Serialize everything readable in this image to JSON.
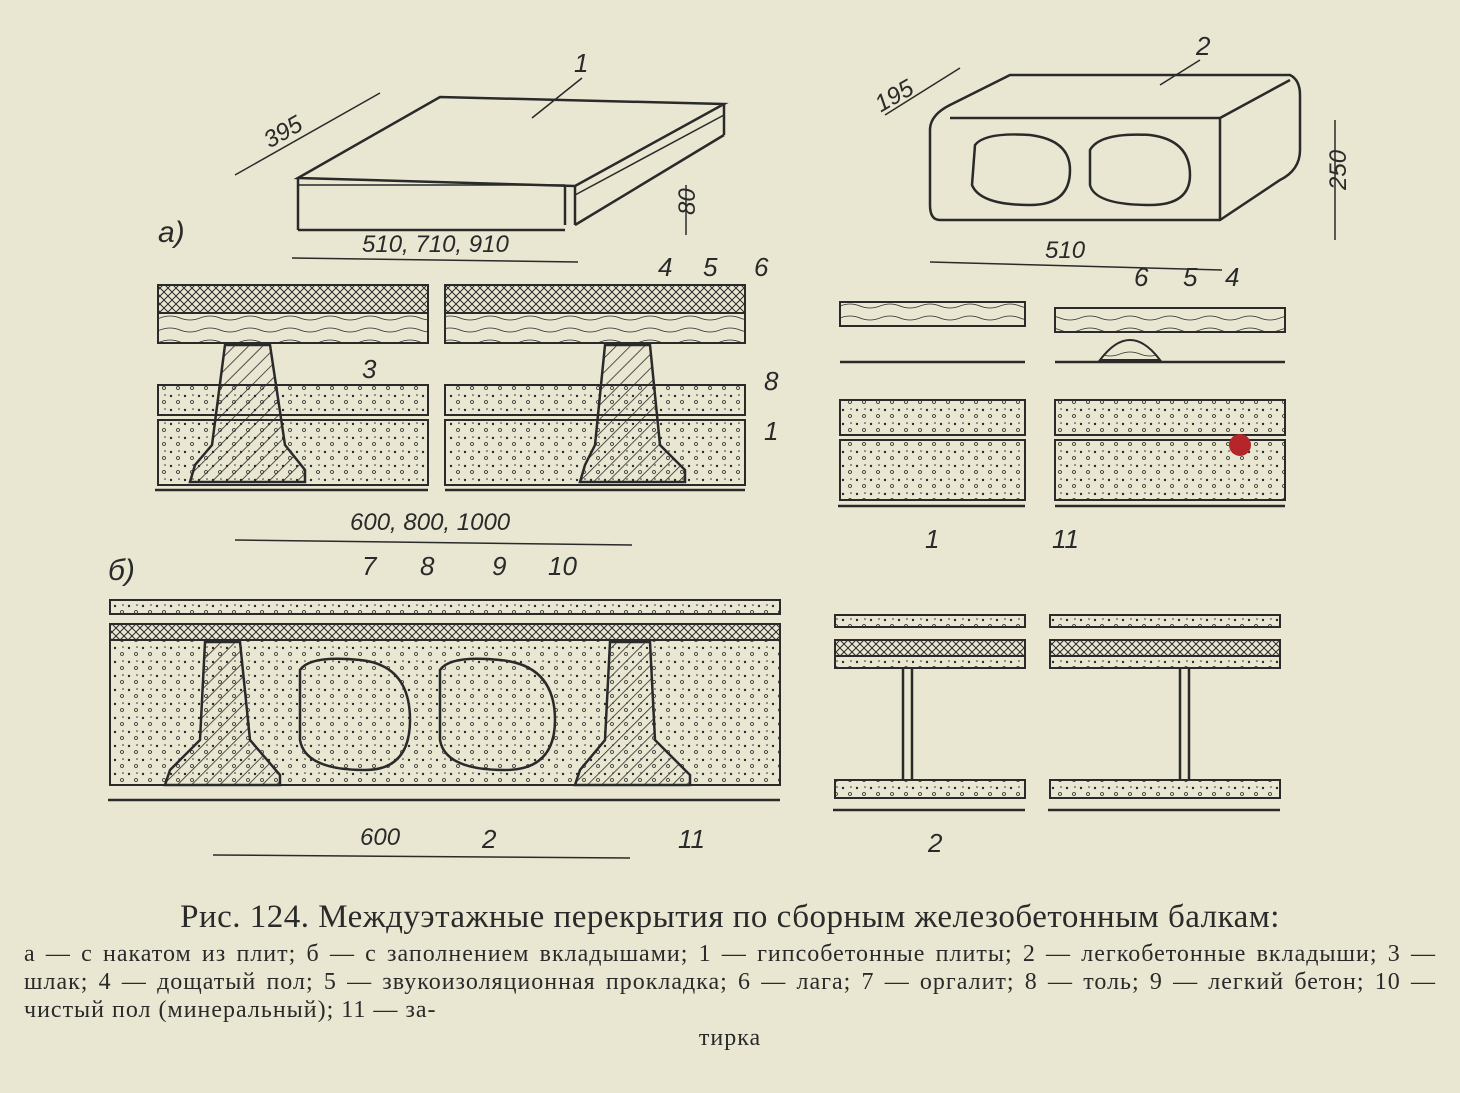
{
  "panels": {
    "a": "а)",
    "b": "б)"
  },
  "dimensions": {
    "plate_width": "395",
    "plate_lengths": "510, 710, 910",
    "plate_thickness": "80",
    "block_width": "195",
    "block_length": "510",
    "block_height": "250",
    "spacing_a": "600, 800, 1000",
    "spacing_b": "600"
  },
  "callouts": {
    "n1": "1",
    "n2": "2",
    "n3": "3",
    "n4": "4",
    "n5": "5",
    "n6": "6",
    "n7": "7",
    "n8": "8",
    "n9": "9",
    "n10": "10",
    "n11": "11"
  },
  "caption": {
    "title": "Рис. 124. Междуэтажные перекрытия по сборным железобетонным балкам:",
    "body": "а — с накатом из плит; б — с заполнением вкладышами; 1 — гипсобетонные плиты; 2 — легкобетонные вкладыши; 3 — шлак; 4 — дощатый пол; 5 — звукоизоляционная прокладка; 6 — лага; 7 — оргалит; 8 — толь; 9 — легкий бетон; 10 — чистый пол (минеральный); 11 — за-",
    "last": "тирка"
  },
  "colors": {
    "paper": "#e9e7d2",
    "ink": "#2a2a2a",
    "stain": "#b5262a"
  }
}
